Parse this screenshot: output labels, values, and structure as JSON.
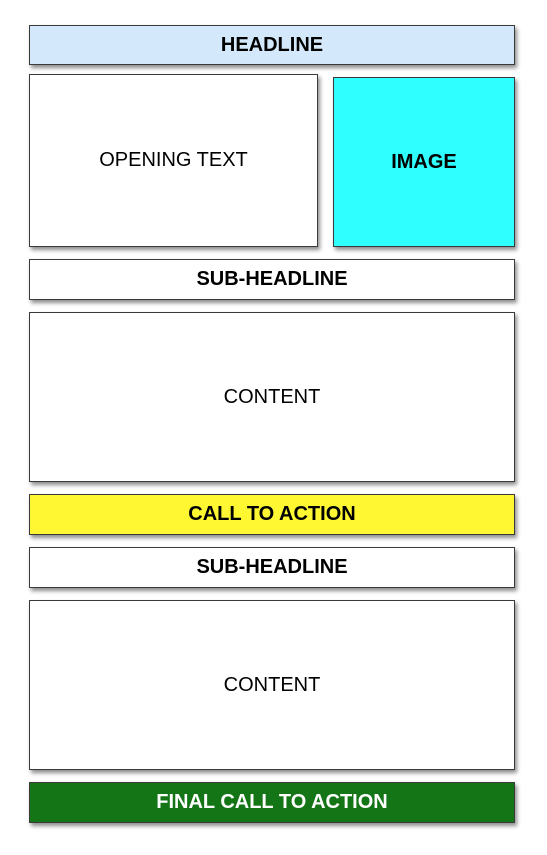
{
  "layout": {
    "headline": "HEADLINE",
    "opening_text": "OPENING TEXT",
    "image": "IMAGE",
    "sub_headline_1": "SUB-HEADLINE",
    "content_1": "CONTENT",
    "call_to_action": "CALL TO ACTION",
    "sub_headline_2": "SUB-HEADLINE",
    "content_2": "CONTENT",
    "final_call_to_action": "FINAL CALL TO ACTION"
  },
  "colors": {
    "headline_bg": "#d4e8fb",
    "image_bg": "#2ffffe",
    "cta_bg": "#fef732",
    "final_cta_bg": "#137516",
    "final_cta_text": "#ffffff",
    "box_bg": "#ffffff",
    "border": "#3a3a3a"
  }
}
